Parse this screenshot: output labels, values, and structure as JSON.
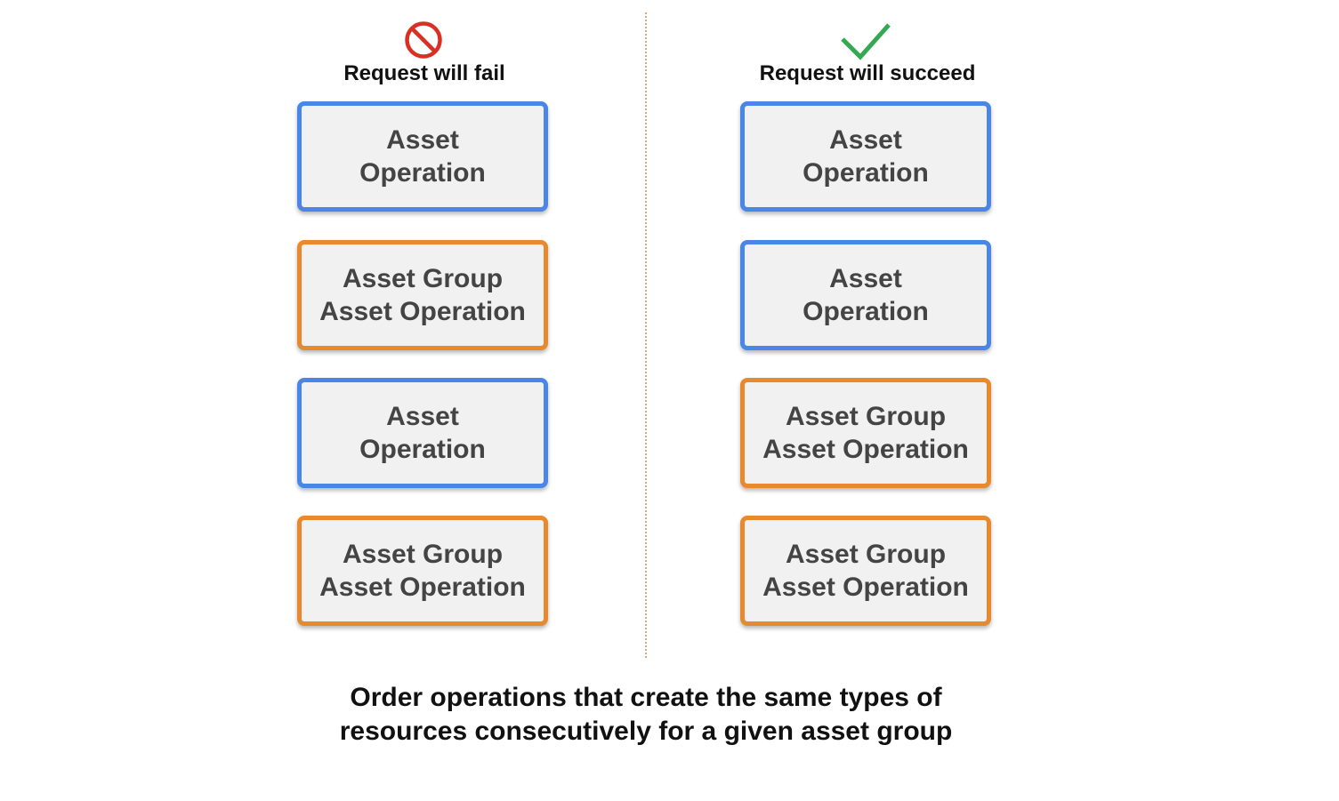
{
  "colors": {
    "asset_operation_border": "#4a86e8",
    "asset_group_asset_operation_border": "#e8892e",
    "fail_icon": "#d93025",
    "success_icon": "#34a853",
    "divider": "#e5a36a"
  },
  "left_column": {
    "icon": "prohibited-icon",
    "heading": "Request will fail",
    "boxes": [
      {
        "type": "asset",
        "line1": "Asset",
        "line2": "Operation"
      },
      {
        "type": "asset-group-asset",
        "line1": "Asset Group",
        "line2": "Asset Operation"
      },
      {
        "type": "asset",
        "line1": "Asset",
        "line2": "Operation"
      },
      {
        "type": "asset-group-asset",
        "line1": "Asset Group",
        "line2": "Asset Operation"
      }
    ]
  },
  "right_column": {
    "icon": "checkmark-icon",
    "heading": "Request will succeed",
    "boxes": [
      {
        "type": "asset",
        "line1": "Asset",
        "line2": "Operation"
      },
      {
        "type": "asset",
        "line1": "Asset",
        "line2": "Operation"
      },
      {
        "type": "asset-group-asset",
        "line1": "Asset Group",
        "line2": "Asset Operation"
      },
      {
        "type": "asset-group-asset",
        "line1": "Asset Group",
        "line2": "Asset Operation"
      }
    ]
  },
  "caption": {
    "line1": "Order operations that create the same types of",
    "line2": "resources consecutively for a given asset group"
  }
}
